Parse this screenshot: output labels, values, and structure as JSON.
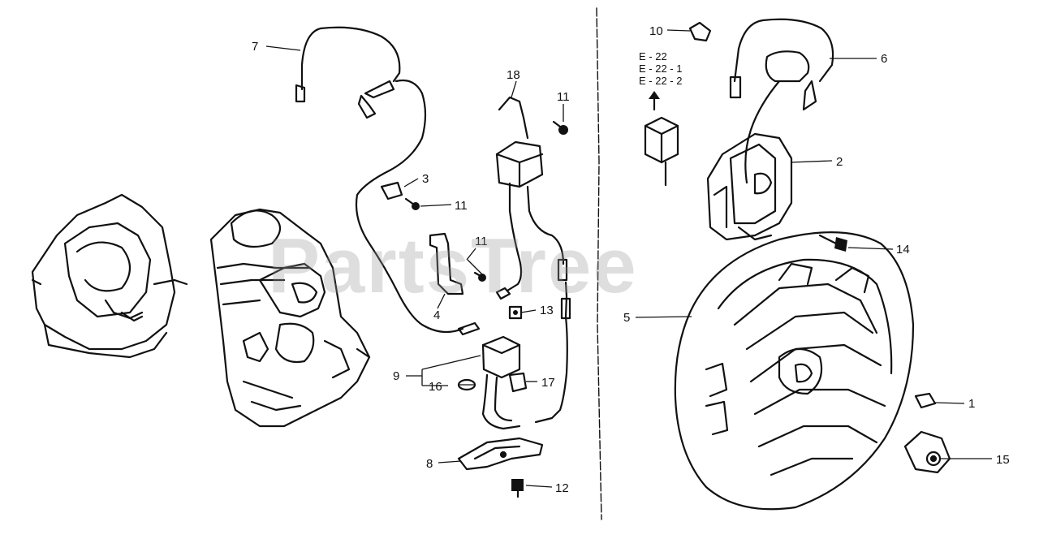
{
  "watermark": "PartsTree",
  "ref_codes": [
    "E - 22",
    "E - 22 - 1",
    "E - 22 - 2"
  ],
  "callouts": [
    {
      "id": "c7",
      "num": "7"
    },
    {
      "id": "c3",
      "num": "3"
    },
    {
      "id": "c11a",
      "num": "11"
    },
    {
      "id": "c11b",
      "num": "11"
    },
    {
      "id": "c11c",
      "num": "11"
    },
    {
      "id": "c4",
      "num": "4"
    },
    {
      "id": "c18",
      "num": "18"
    },
    {
      "id": "c13",
      "num": "13"
    },
    {
      "id": "c9",
      "num": "9"
    },
    {
      "id": "c16",
      "num": "16"
    },
    {
      "id": "c17",
      "num": "17"
    },
    {
      "id": "c8",
      "num": "8"
    },
    {
      "id": "c12",
      "num": "12"
    },
    {
      "id": "c10",
      "num": "10"
    },
    {
      "id": "c6",
      "num": "6"
    },
    {
      "id": "c2",
      "num": "2"
    },
    {
      "id": "c14",
      "num": "14"
    },
    {
      "id": "c5",
      "num": "5"
    },
    {
      "id": "c1",
      "num": "1"
    },
    {
      "id": "c15",
      "num": "15"
    }
  ]
}
